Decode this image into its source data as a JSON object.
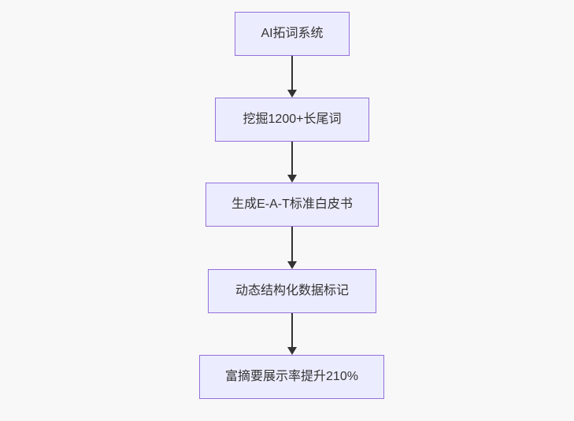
{
  "page": {
    "background_color": "#f8f8f8"
  },
  "flowchart": {
    "type": "flowchart",
    "direction": "top-down",
    "style": {
      "node_fill": "#ECECFF",
      "node_border": "#9370DB",
      "text_color": "#333333",
      "arrow_color": "#333333"
    },
    "nodes": [
      {
        "id": "n1",
        "label": "AI拓词系统"
      },
      {
        "id": "n2",
        "label": "挖掘1200+长尾词"
      },
      {
        "id": "n3",
        "label": "生成E-A-T标准白皮书"
      },
      {
        "id": "n4",
        "label": "动态结构化数据标记"
      },
      {
        "id": "n5",
        "label": "富摘要展示率提升210%"
      }
    ],
    "edges": [
      {
        "from": "n1",
        "to": "n2"
      },
      {
        "from": "n2",
        "to": "n3"
      },
      {
        "from": "n3",
        "to": "n4"
      },
      {
        "from": "n4",
        "to": "n5"
      }
    ]
  }
}
